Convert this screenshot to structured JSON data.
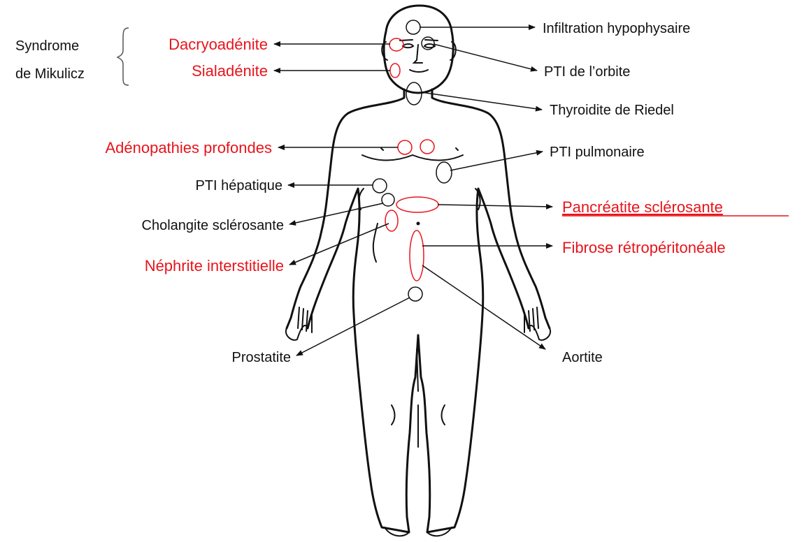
{
  "colors": {
    "red": "#e8141c",
    "black": "#111111"
  },
  "group": {
    "label_line1": "Syndrome",
    "label_line2": "de Mikulicz"
  },
  "labels": {
    "dacryo": "Dacryoadénite",
    "sialad": "Sialadénite",
    "adeno": "Adénopathies profondes",
    "pti_hep": "PTI hépatique",
    "cholang": "Cholangite sclérosante",
    "nephrite": "Néphrite interstitielle",
    "prostatite": "Prostatite",
    "infiltration": "Infiltration hypophysaire",
    "orbite": "PTI de l’orbite",
    "thyroidite": "Thyroidite de Riedel",
    "pti_pulm": "PTI pulmonaire",
    "pancreatite": "Pancréatite sclérosante",
    "fibrose": "Fibrose rétropéritonéale",
    "aortite": "Aortite"
  }
}
